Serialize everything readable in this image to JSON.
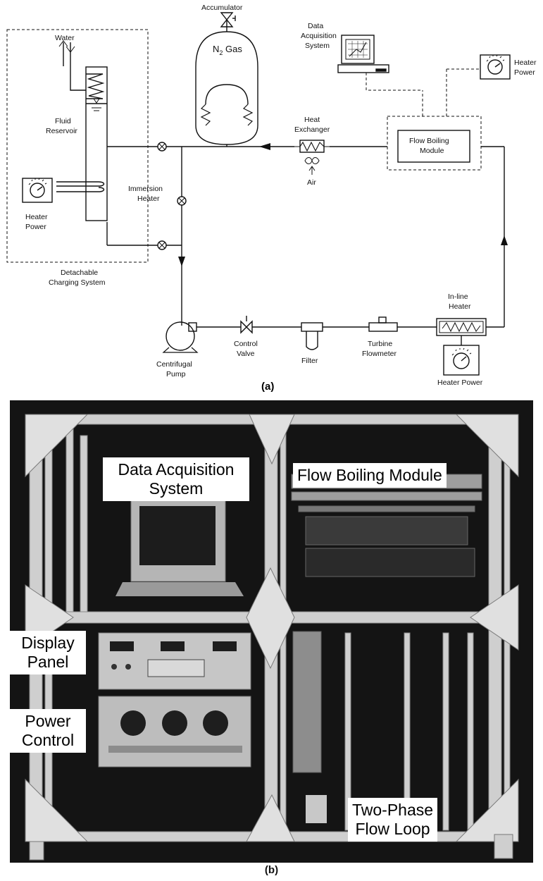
{
  "schematic": {
    "caption": "(a)",
    "labels": {
      "water": "Water",
      "fluid_reservoir_1": "Fluid",
      "fluid_reservoir_2": "Reservoir",
      "heater_power_left_1": "Heater",
      "heater_power_left_2": "Power",
      "immersion_heater_1": "Immersion",
      "immersion_heater_2": "Heater",
      "charging_system_1": "Detachable",
      "charging_system_2": "Charging System",
      "accumulator": "Accumulator",
      "n2_gas_n": "N",
      "n2_gas_sub": "2",
      "n2_gas_rest": " Gas",
      "heat_exchanger_1": "Heat",
      "heat_exchanger_2": "Exchanger",
      "air": "Air",
      "daq_1": "Data",
      "daq_2": "Acquisition",
      "daq_3": "System",
      "heater_power_right_1": "Heater",
      "heater_power_right_2": "Power",
      "flow_boiling_module_1": "Flow Boiling",
      "flow_boiling_module_2": "Module",
      "inline_heater_1": "In-line",
      "inline_heater_2": "Heater",
      "heater_power_bottom": "Heater Power",
      "pump_1": "Centrifugal",
      "pump_2": "Pump",
      "control_valve_1": "Control",
      "control_valve_2": "Valve",
      "filter": "Filter",
      "flowmeter_1": "Turbine",
      "flowmeter_2": "Flowmeter"
    }
  },
  "photo": {
    "caption": "(b)",
    "labels": {
      "daq_line1": "Data Acquisition",
      "daq_line2": "System",
      "flow_boiling_module": "Flow Boiling Module",
      "display_panel_1": "Display",
      "display_panel_2": "Panel",
      "power_control_1": "Power",
      "power_control_2": "Control",
      "two_phase_1": "Two-Phase",
      "two_phase_2": "Flow Loop"
    }
  }
}
